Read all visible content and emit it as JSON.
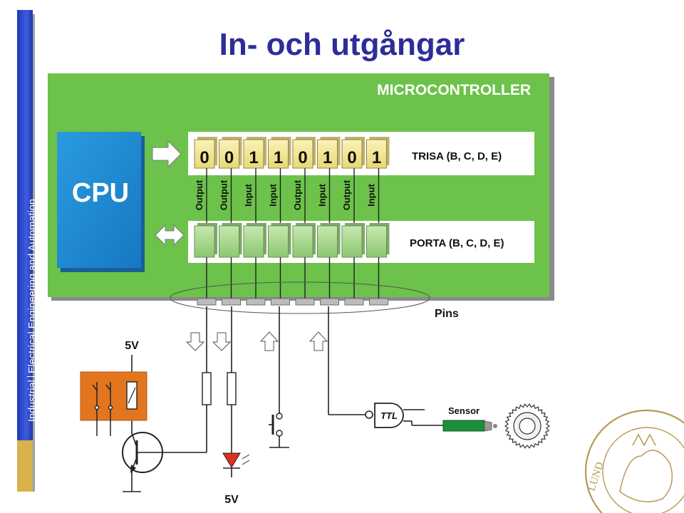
{
  "title": "In- och utgångar",
  "sidebar": {
    "part1": "Industrial",
    "part2": "Electrical Engineering and Automation"
  },
  "diagram": {
    "microcontroller_label": "MICROCONTROLLER",
    "cpu_label": "CPU",
    "trisa_label": "TRISA (B, C, D, E)",
    "porta_label": "PORTA (B, C, D, E)",
    "bits": [
      "0",
      "0",
      "1",
      "1",
      "0",
      "1",
      "0",
      "1"
    ],
    "directions": [
      "Output",
      "Output",
      "Input",
      "Input",
      "Output",
      "Input",
      "Output",
      "Input"
    ],
    "pins_label": "Pins",
    "supply_top": "5V",
    "supply_bottom": "5V",
    "sensor_label": "Sensor",
    "gate_label": "TTL"
  },
  "colors": {
    "title": "#2d2d9a",
    "board_green": "#6cc24a",
    "cpu_blue": "#1f8fd6",
    "trisa_cell": "#f4ea9a",
    "porta_cell": "#a9d88e",
    "relay_orange": "#e2761e",
    "sensor_green": "#1b8e3a",
    "led_red": "#e0301e"
  }
}
